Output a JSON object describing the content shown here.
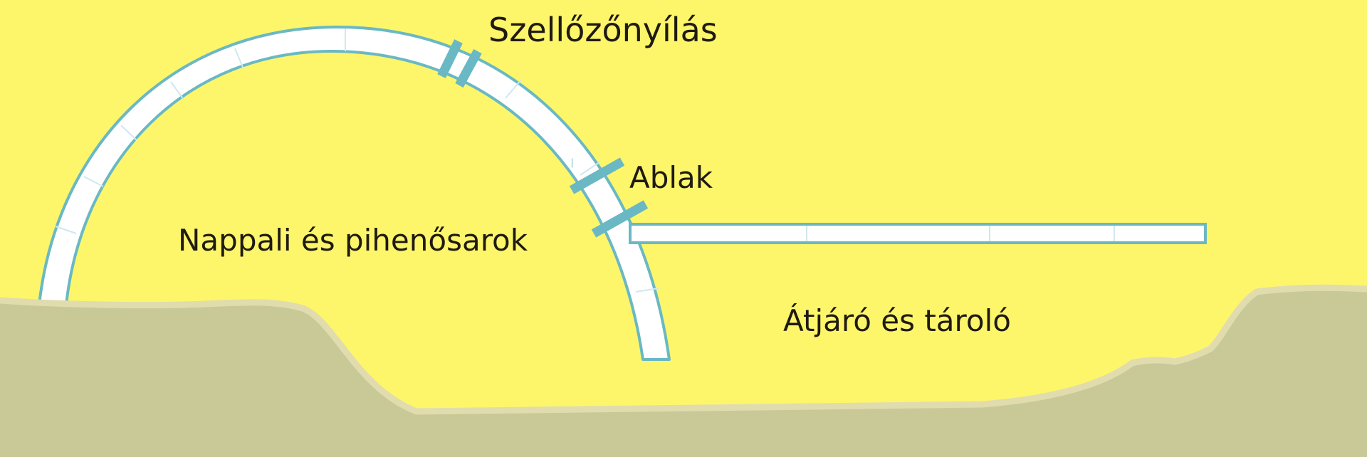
{
  "labels": {
    "vent": "Szellőzőnyílás",
    "window": "Ablak",
    "living": "Nappali és pihenősarok",
    "passage": "Átjáró és tároló"
  },
  "colors": {
    "background": "#fdf66b",
    "ground": "#c9c997",
    "ground_edge": "#e0dcae",
    "wall_fill": "#ffffff",
    "wall_stroke": "#6ab8c4",
    "joint": "#cfe8ee",
    "marker": "#6ab8c4",
    "text": "#1f1a12"
  }
}
